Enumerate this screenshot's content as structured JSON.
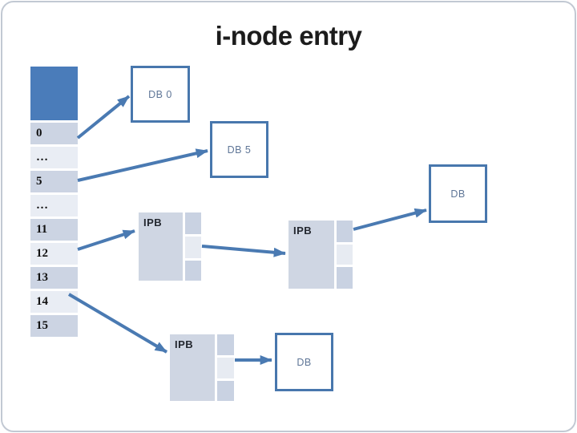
{
  "title": "i-node entry",
  "inode_table": {
    "rows": [
      {
        "label": "0"
      },
      {
        "label": "…"
      },
      {
        "label": "5"
      },
      {
        "label": "…"
      },
      {
        "label": "11"
      },
      {
        "label": "12"
      },
      {
        "label": "13"
      },
      {
        "label": "14"
      },
      {
        "label": "15"
      }
    ]
  },
  "data_blocks": [
    {
      "id": "db0",
      "label": "DB 0"
    },
    {
      "id": "db5",
      "label": "DB 5"
    },
    {
      "id": "db-right",
      "label": "DB"
    },
    {
      "id": "db-bottom",
      "label": "DB"
    }
  ],
  "indirect_blocks": [
    {
      "id": "ipb1",
      "label": "IPB"
    },
    {
      "id": "ipb2",
      "label": "IPB"
    },
    {
      "id": "ipb3",
      "label": "IPB"
    }
  ],
  "connections": [
    {
      "from": "entry-0",
      "to": "db0"
    },
    {
      "from": "entry-5",
      "to": "db5"
    },
    {
      "from": "entry-12",
      "to": "ipb1"
    },
    {
      "from": "entry-14",
      "to": "ipb3"
    },
    {
      "from": "ipb1-cell",
      "to": "ipb2"
    },
    {
      "from": "ipb2-cell",
      "to": "db-right"
    },
    {
      "from": "ipb3-cell",
      "to": "db-bottom"
    }
  ],
  "colors": {
    "accent_blue": "#4a7cba",
    "row_dark": "#ccd4e3",
    "row_light": "#e9edf4",
    "ipb_fill": "#cfd6e3",
    "box_border": "#4877ad",
    "db_text": "#5f7697",
    "arrow": "#4a7ab2",
    "title_text": "#1c1c1c"
  }
}
